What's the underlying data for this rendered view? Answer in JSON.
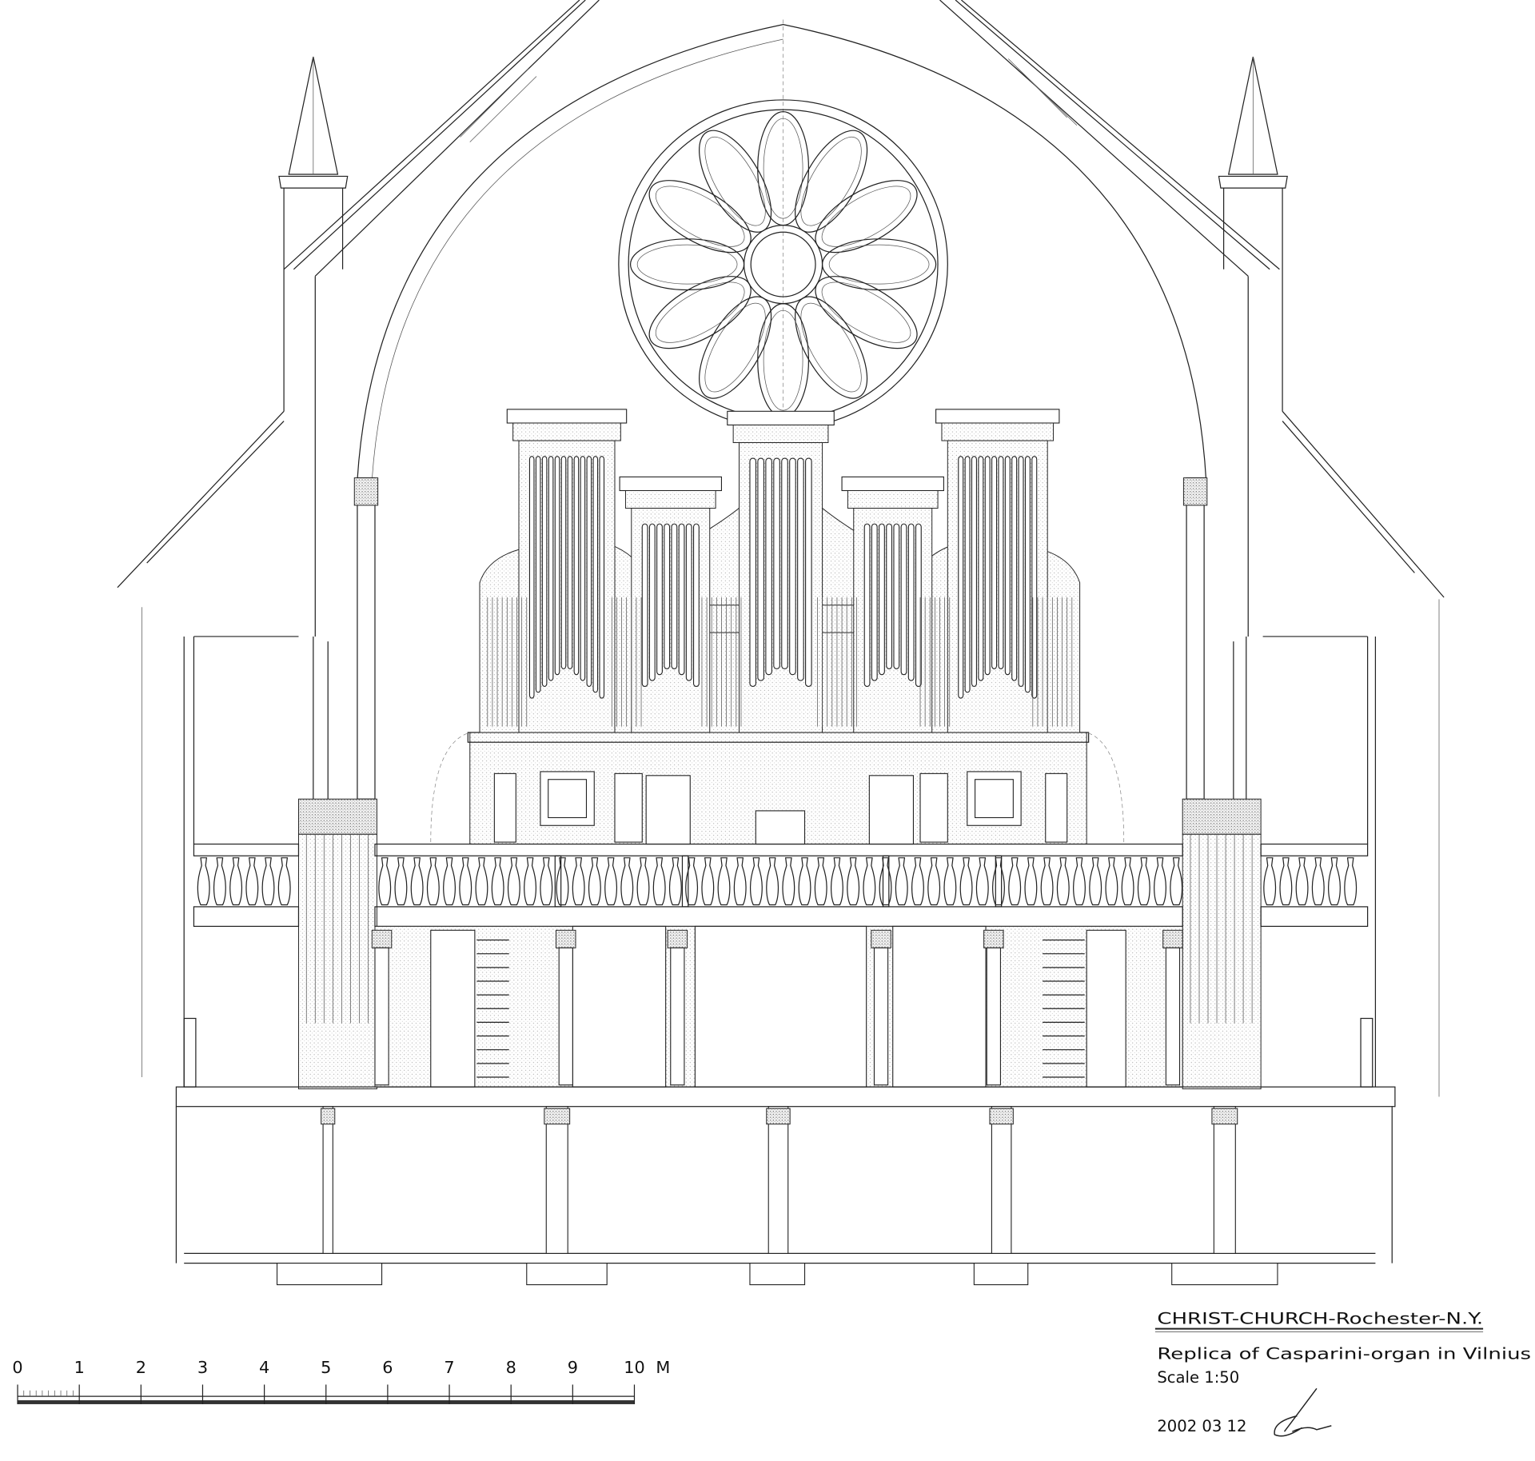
{
  "title_block": {
    "project": "CHRIST-CHURCH-Rochester-N.Y.",
    "description": "Replica of Casparini-organ in Vilnius",
    "scale": "Scale 1:50",
    "date": "2002 03 12",
    "signature": "signature"
  },
  "scale_bar": {
    "labels": [
      "0",
      "1",
      "2",
      "3",
      "4",
      "5",
      "6",
      "7",
      "8",
      "9",
      "10"
    ],
    "unit": "M",
    "max_value": 10
  },
  "colors": {
    "ink": "#222222",
    "paper": "#ffffff",
    "stipple": "#9a9a9a"
  }
}
